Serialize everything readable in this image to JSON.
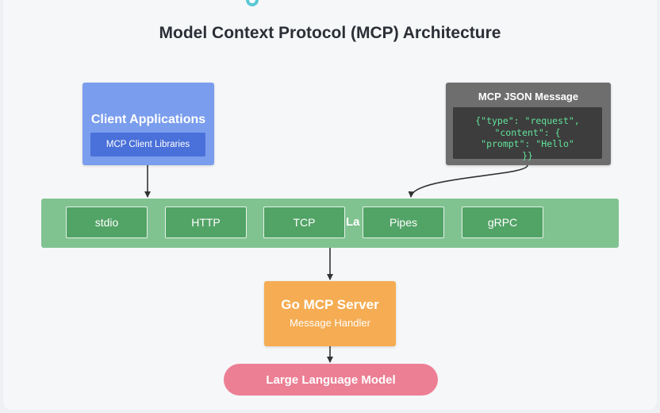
{
  "title": "Model Context Protocol (MCP) Architecture",
  "client": {
    "title": "Client Applications",
    "subtitle": "MCP Client Libraries"
  },
  "json_message": {
    "title": "MCP JSON Message",
    "lines": [
      "{\"type\": \"request\",",
      "\"content\": {",
      "\"prompt\": \"Hello\"",
      "}}"
    ]
  },
  "transport_layer": {
    "label": "La",
    "items": [
      "stdio",
      "HTTP",
      "TCP",
      "Pipes",
      "gRPC"
    ]
  },
  "server": {
    "title": "Go MCP Server",
    "subtitle": "Message Handler"
  },
  "llm": {
    "label": "Large Language Model"
  },
  "colors": {
    "client": "#7a9ded",
    "client_sub": "#4a70d9",
    "json_box": "#6e6e6e",
    "json_code_bg": "#3d3d3d",
    "json_text": "#62e39a",
    "layer": "#80c391",
    "transport": "#52a366",
    "server": "#f5ac52",
    "llm": "#ec7f94",
    "arrow": "#333333"
  }
}
